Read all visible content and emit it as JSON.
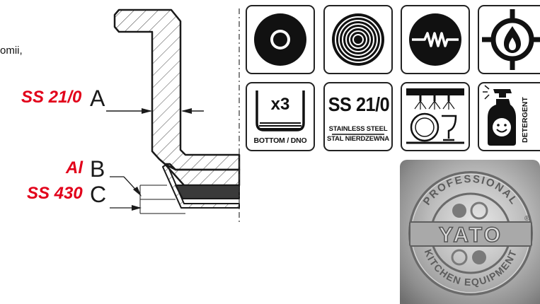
{
  "text_fragment": "omii,",
  "layers": [
    {
      "material": "SS 21/0",
      "letter": "A"
    },
    {
      "material": "Al",
      "letter": "B"
    },
    {
      "material": "SS 430",
      "letter": "C"
    }
  ],
  "icons": {
    "induction_plate": "induction-plate-icon",
    "ceramic_coil": "coil-hob-icon",
    "electric_heating": "electric-heating-icon",
    "gas_flame": "gas-flame-icon",
    "triple_bottom": {
      "count": "x3",
      "caption": "BOTTOM / DNO"
    },
    "steel": {
      "grade": "SS 21/0",
      "line1": "STAINLESS STEEL",
      "line2": "STAL NIERDZEWNA"
    },
    "dishwasher": "dishwasher-icon",
    "detergent": {
      "caption": "DETERGENT"
    }
  },
  "seal": {
    "brand": "YATO",
    "top_arc": "PROFESSIONAL",
    "bottom_arc": "KITCHEN EQUIPMENT",
    "registered": "®"
  },
  "colors": {
    "label_red": "#e2001a",
    "line": "#1a1a1a",
    "dark_layer": "#3a3a3a",
    "seal_metal": "#9a9a9a"
  }
}
